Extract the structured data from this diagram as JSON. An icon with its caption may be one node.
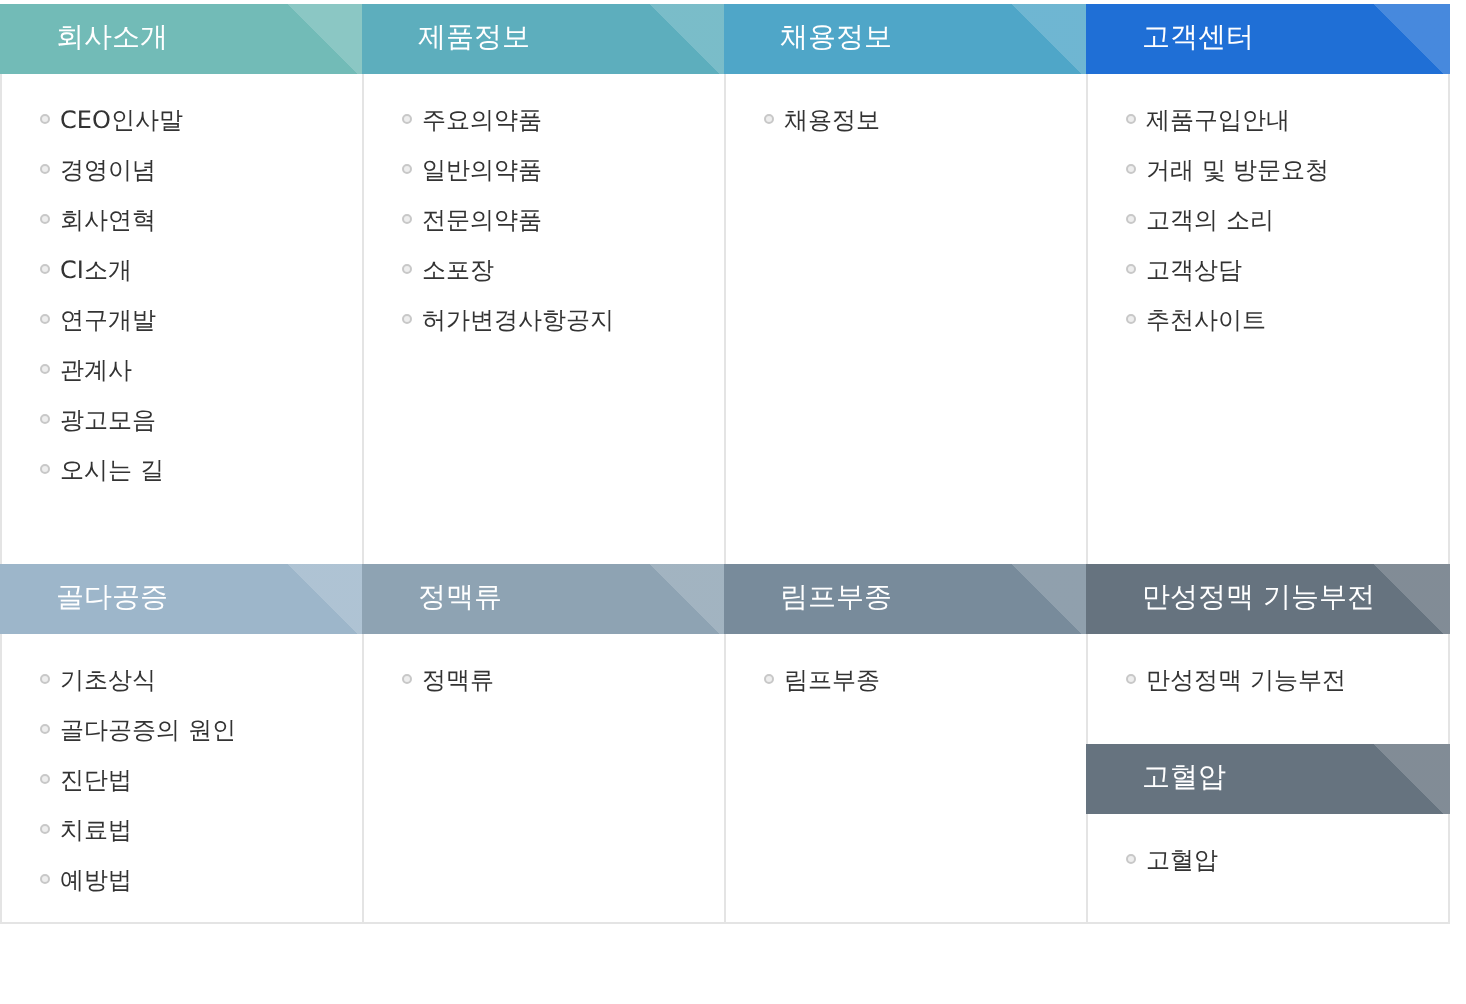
{
  "diagram": {
    "nodes": [
      {
        "text": [
          "회사소개",
          "CEO인사말",
          "경영이념",
          "회사연혁",
          "CI소개",
          "연구개발",
          "관계사",
          "광고모음",
          "오시는 길"
        ]
      },
      {
        "text": [
          "제품정보",
          "주요의약품",
          "일반의약품",
          "전문의약품",
          "소포장",
          "허가변경사항공지"
        ]
      },
      {
        "text": [
          "채용정보",
          "채용정보"
        ]
      },
      {
        "text": [
          "고객센터",
          "제품구입안내",
          "거래 및 방문요청",
          "고객의 소리",
          "고객상담",
          "추천사이트"
        ]
      },
      {
        "text": [
          "골다공증",
          "기초상식",
          "골다공증의 원인",
          "진단법",
          "치료법",
          "예방법"
        ]
      },
      {
        "text": [
          "정맥류",
          "정맥류"
        ]
      },
      {
        "text": [
          "림프부종",
          "림프부종"
        ]
      },
      {
        "text": [
          "만성정맥 기능부전",
          "만성정맥 기능부전"
        ]
      },
      {
        "text": [
          "고혈압",
          "고혈압"
        ]
      }
    ]
  }
}
